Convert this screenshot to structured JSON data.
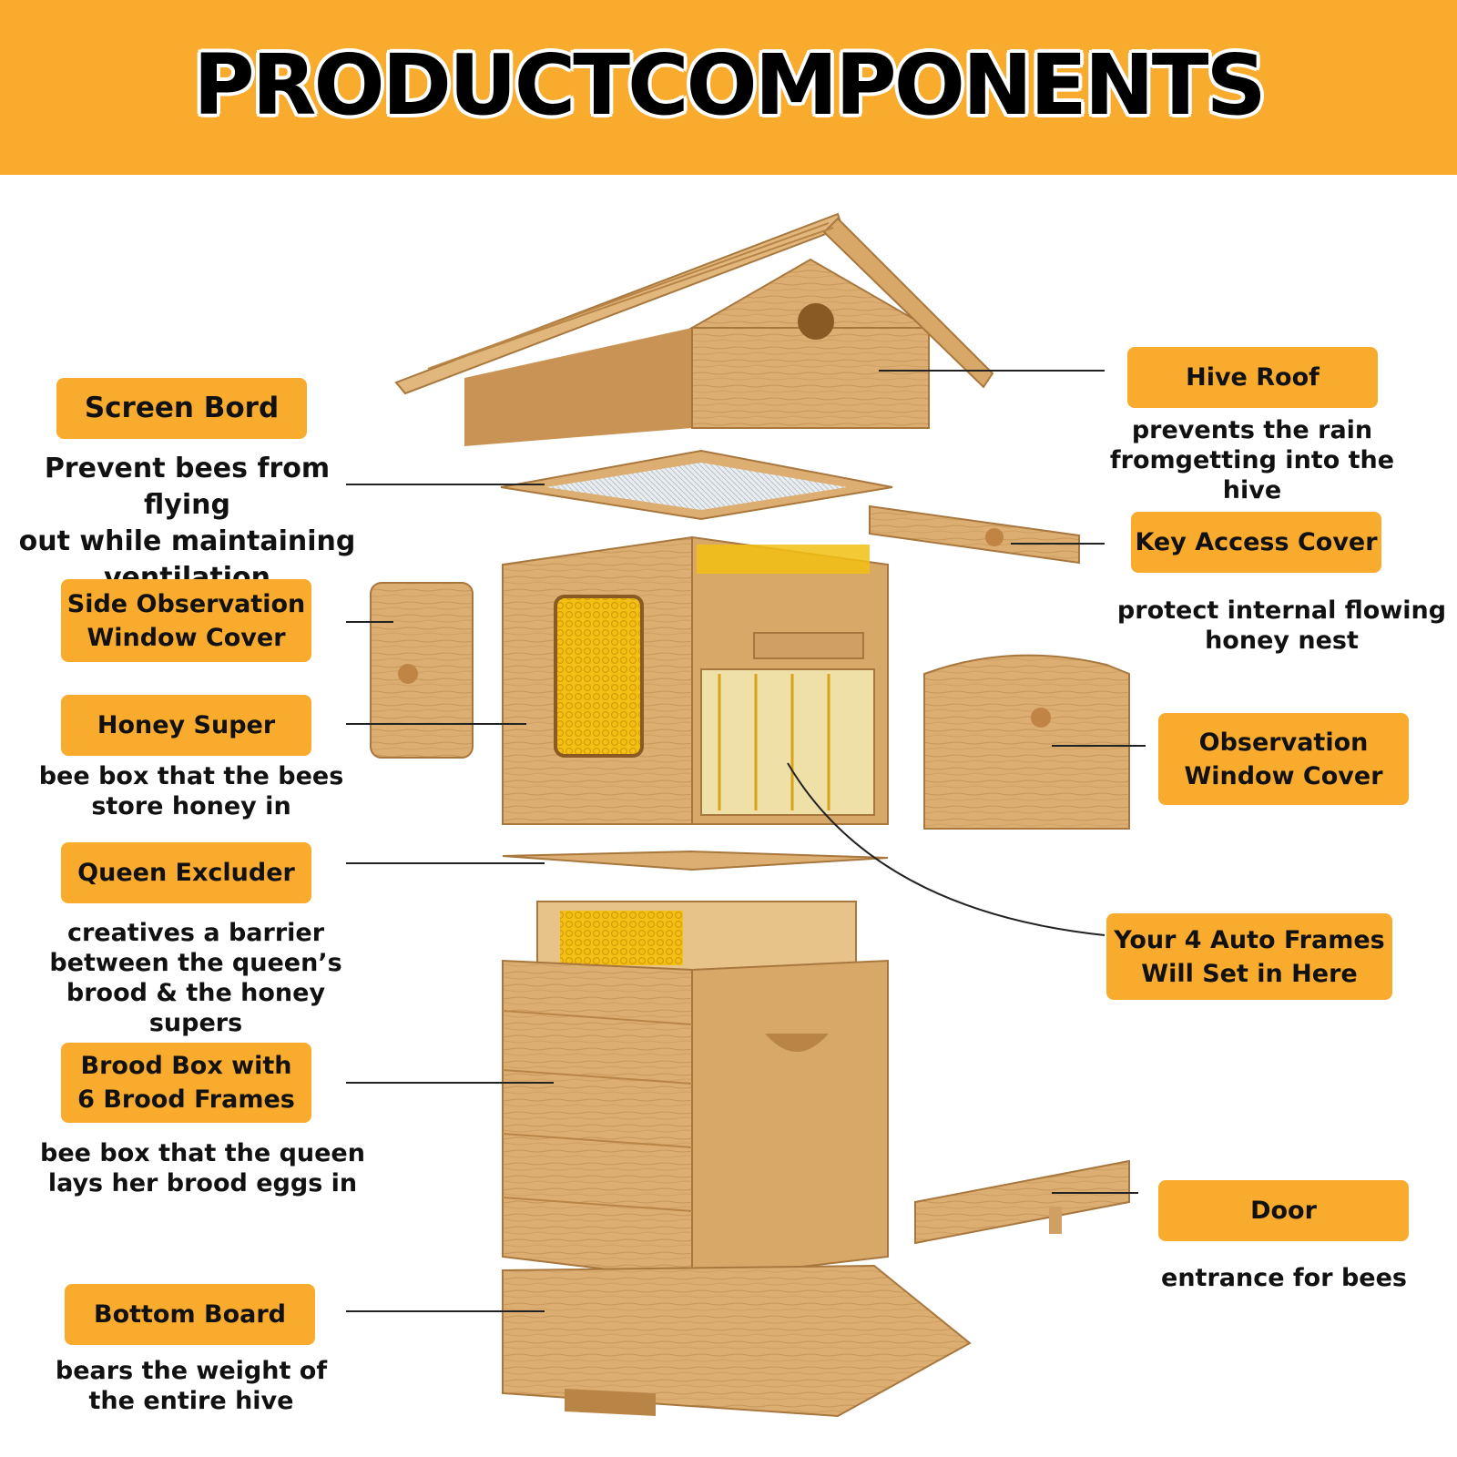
{
  "title": "PRODUCTCOMPONENTS",
  "colors": {
    "accent": "#f9ab2e",
    "wood": "#dcae72",
    "wood_dark": "#b98547",
    "honey": "#f2c013",
    "text": "#111111"
  },
  "components": {
    "screen_board": {
      "label": "Screen Bord",
      "desc": "Prevent bees from flying\nout while maintaining\nventilation"
    },
    "side_window_cover": {
      "label": "Side Observation\nWindow Cover"
    },
    "honey_super": {
      "label": "Honey Super",
      "desc": "bee box that the bees\nstore honey in"
    },
    "queen_excluder": {
      "label": "Queen Excluder",
      "desc": "creatives a barrier\nbetween the queen’s\nbrood & the honey supers"
    },
    "brood_box": {
      "label": "Brood Box with\n6 Brood Frames",
      "desc": "bee box that the queen\nlays her brood eggs in"
    },
    "bottom_board": {
      "label": "Bottom Board",
      "desc": "bears the weight of\nthe entire hive"
    },
    "hive_roof": {
      "label": "Hive Roof",
      "desc": "prevents the rain\nfromgetting into the hive"
    },
    "key_access_cover": {
      "label": "Key Access Cover",
      "desc": "protect internal flowing\nhoney nest"
    },
    "observation_window_cover": {
      "label": "Observation\nWindow Cover"
    },
    "auto_frames": {
      "label": "Your 4 Auto Frames\nWill Set in Here"
    },
    "door": {
      "label": "Door",
      "desc": "entrance for bees"
    }
  }
}
